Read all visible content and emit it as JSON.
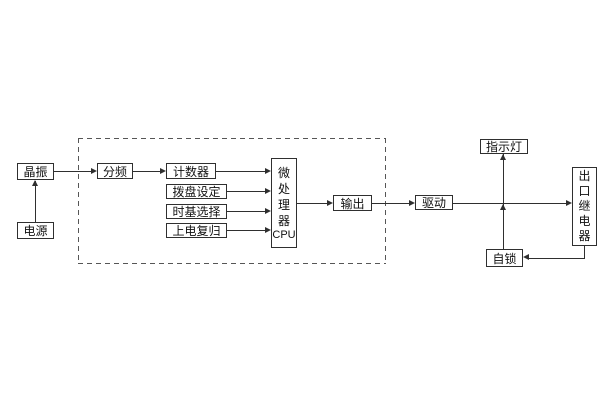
{
  "diagram": {
    "colors": {
      "background": "#ffffff",
      "line": "#2f2f2f",
      "box_border": "#2f2f2f",
      "box_fill": "#ffffff",
      "frame_dash": "#565656",
      "text": "#111111"
    },
    "nodes": {
      "crystal": {
        "label": "晶振"
      },
      "power": {
        "label": "电源"
      },
      "divider": {
        "label": "分频"
      },
      "counter": {
        "label": "计数器"
      },
      "dial": {
        "label": "拨盘设定"
      },
      "timebase": {
        "label": "时基选择"
      },
      "reset": {
        "label": "上电复归"
      },
      "mpu": {
        "label": "微处理器",
        "sublabel": "CPU"
      },
      "output": {
        "label": "输出"
      },
      "drive": {
        "label": "驱动"
      },
      "indicator": {
        "label": "指示灯"
      },
      "relay": {
        "label": "出口继电器"
      },
      "selflock": {
        "label": "自锁"
      }
    }
  }
}
